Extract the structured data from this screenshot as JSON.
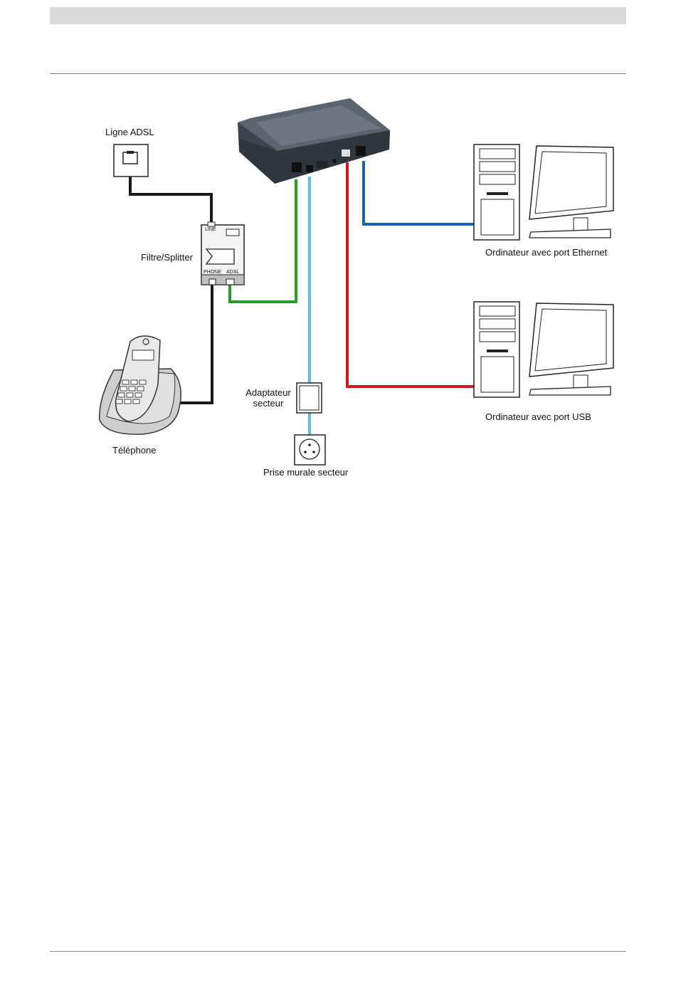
{
  "labels": {
    "adsl_line": "Ligne ADSL",
    "splitter": "Filtre/Splitter",
    "splitter_line_port": "LINE",
    "splitter_phone_port": "PHONE",
    "splitter_adsl_port": "ADSL",
    "telephone": "Téléphone",
    "power_adapter_line1": "Adaptateur",
    "power_adapter_line2": "secteur",
    "wall_socket": "Prise murale secteur",
    "pc_ethernet": "Ordinateur avec port Ethernet",
    "pc_usb": "Ordinateur avec port USB"
  },
  "colors": {
    "phone_cable": "#1a1a1a",
    "adsl_cable": "#2a9d2a",
    "power_cable": "#5bc0eb",
    "usb_cable": "#d0181f",
    "ethernet_cable": "#1565b0",
    "header_bar": "#d9d9d9",
    "header_rule": "#e84a4a",
    "modem_body": "#3b4550"
  }
}
